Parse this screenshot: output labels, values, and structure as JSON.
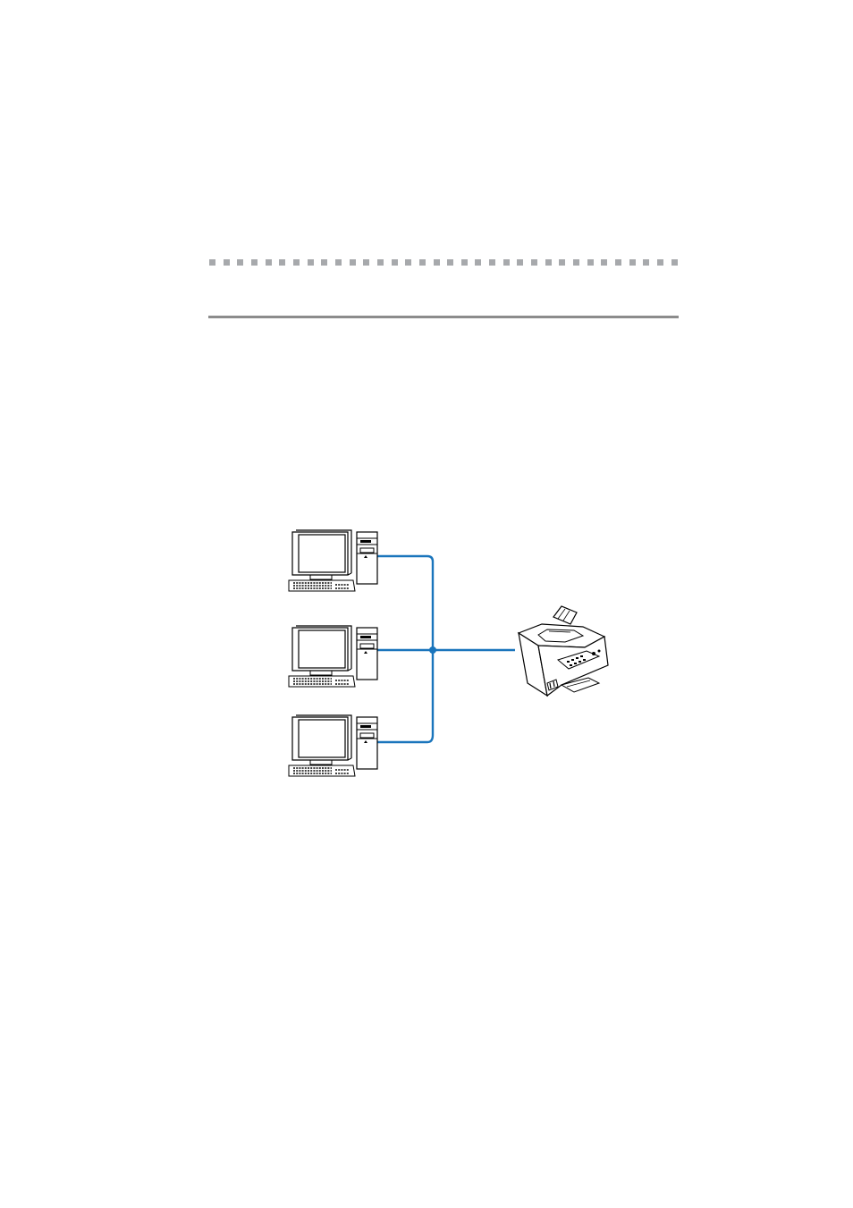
{
  "document": {
    "heading_rule_dots": 34
  },
  "diagram": {
    "type": "network",
    "computers": [
      {
        "name": "computer-1",
        "icon": "desktop-pc-icon"
      },
      {
        "name": "computer-2",
        "icon": "desktop-pc-icon"
      },
      {
        "name": "computer-3",
        "icon": "desktop-pc-icon"
      }
    ],
    "device": {
      "name": "multifunction-printer",
      "icon": "printer-fax-icon"
    },
    "link_color": "#1a75bc",
    "line_color": "#000000"
  }
}
